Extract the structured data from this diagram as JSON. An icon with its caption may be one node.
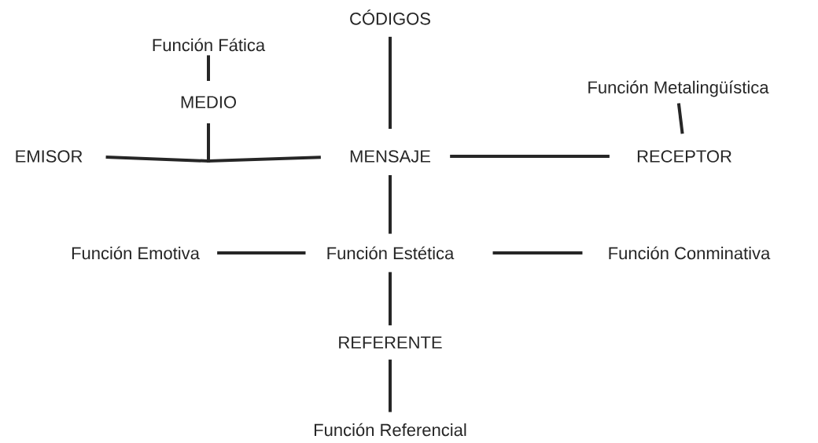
{
  "diagram": {
    "nodes": [
      {
        "text": [
          "CÓDIGOS"
        ]
      },
      {
        "text": [
          "Función Fática"
        ]
      },
      {
        "text": [
          "MEDIO"
        ]
      },
      {
        "text": [
          "Función Metalingüística"
        ]
      },
      {
        "text": [
          "EMISOR"
        ]
      },
      {
        "text": [
          "MENSAJE"
        ]
      },
      {
        "text": [
          "RECEPTOR"
        ]
      },
      {
        "text": [
          "Función Emotiva"
        ]
      },
      {
        "text": [
          "Función Estética"
        ]
      },
      {
        "text": [
          "Función Conminativa"
        ]
      },
      {
        "text": [
          "REFERENTE"
        ]
      },
      {
        "text": [
          "Función Referencial"
        ]
      }
    ],
    "edges": [
      {
        "from": 0,
        "to": 5,
        "arrow": "none"
      },
      {
        "from": 1,
        "to": 2,
        "arrow": "none"
      },
      {
        "from": 2,
        "to": 4,
        "arrow": "none"
      },
      {
        "from": 2,
        "to": 5,
        "arrow": "none"
      },
      {
        "from": 3,
        "to": 6,
        "arrow": "none"
      },
      {
        "from": 5,
        "to": 6,
        "arrow": "none"
      },
      {
        "from": 5,
        "to": 8,
        "arrow": "none"
      },
      {
        "from": 7,
        "to": 8,
        "arrow": "none"
      },
      {
        "from": 8,
        "to": 9,
        "arrow": "none"
      },
      {
        "from": 8,
        "to": 10,
        "arrow": "none"
      },
      {
        "from": 10,
        "to": 11,
        "arrow": "none"
      }
    ]
  }
}
